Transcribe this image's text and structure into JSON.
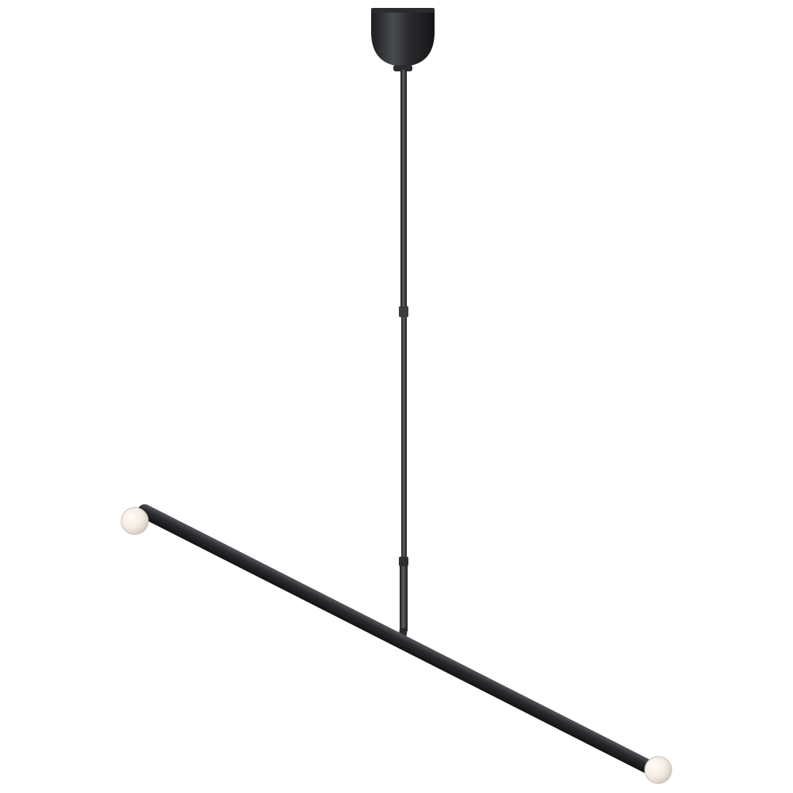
{
  "image": {
    "subject": "pendant-light",
    "background_color": "#ffffff"
  },
  "colors": {
    "metal_dark": "#1f2022",
    "metal_mid": "#3a3c3f",
    "metal_highlight": "#6c6e72",
    "bulb_light": "#fbf6f0",
    "bulb_shade": "#d9cfc7"
  },
  "parts": {
    "canopy": "ceiling-canopy",
    "stem": "downrod",
    "crossbar": "horizontal-arm",
    "bulbs": [
      "left-globe-bulb",
      "right-globe-bulb"
    ]
  }
}
